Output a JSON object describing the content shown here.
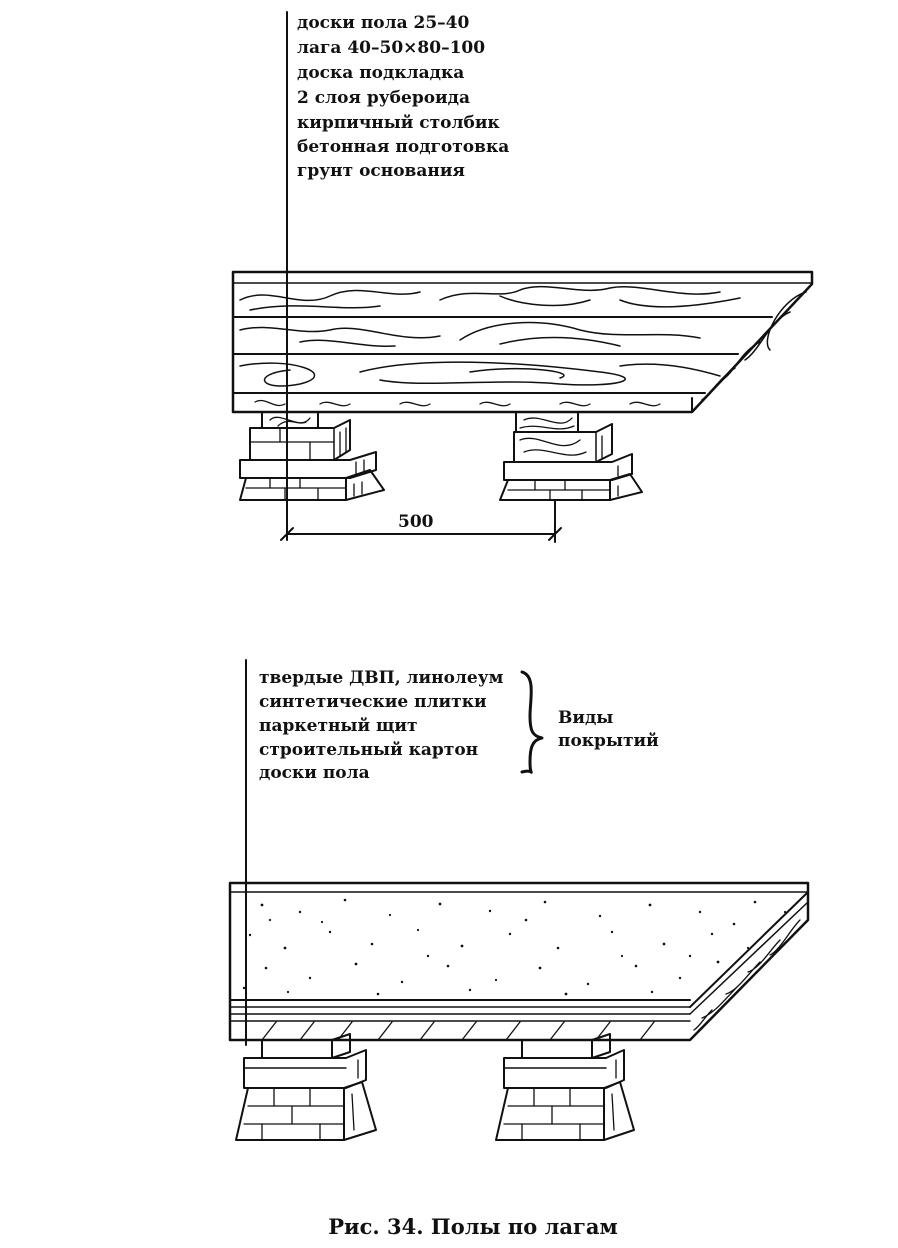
{
  "top_labels": [
    "доски пола 25–40",
    "лага 40–50×80–100",
    "доска подкладка",
    "2 слоя рубероида",
    "кирпичный столбик",
    "бетонная подготовка",
    "грунт основания"
  ],
  "dimension_label": "500",
  "bottom_labels": [
    "твердые ДВП, линолеум",
    "синтетические плитки",
    "паркетный щит",
    "строительный картон",
    "доски пола"
  ],
  "brace_label_line1": "Виды",
  "brace_label_line2": "покрытий",
  "caption": "Рис. 34. Полы по лагам"
}
